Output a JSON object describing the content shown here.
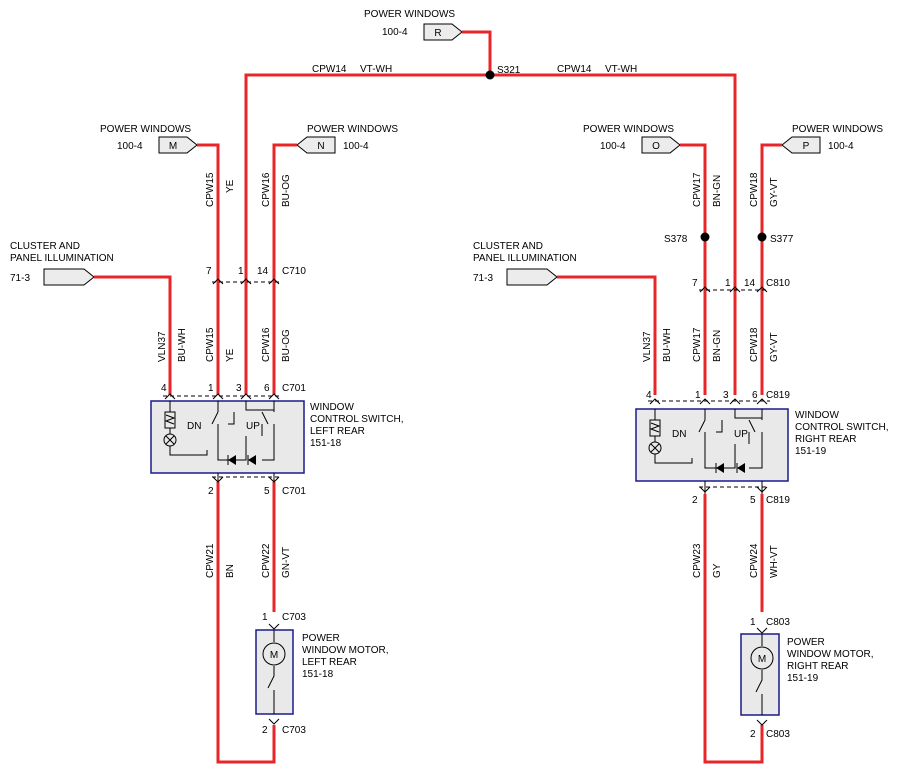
{
  "top_ref": {
    "title": "POWER WINDOWS",
    "page": "100-4",
    "letter": "R"
  },
  "splice_top": "S321",
  "left_trunk": {
    "circuit": "CPW14",
    "color": "VT-WH"
  },
  "right_trunk": {
    "circuit": "CPW14",
    "color": "VT-WH"
  },
  "left": {
    "ref_m": {
      "title": "POWER WINDOWS",
      "page": "100-4",
      "letter": "M"
    },
    "ref_n": {
      "title": "POWER WINDOWS",
      "page": "100-4",
      "letter": "N"
    },
    "cluster": {
      "line1": "CLUSTER AND",
      "line2": "PANEL ILLUMINATION",
      "page": "71-3"
    },
    "wire_upper_a": {
      "circuit": "CPW15",
      "color": "YE"
    },
    "wire_upper_b": {
      "circuit": "CPW16",
      "color": "BU-OG"
    },
    "conn_mid": "C710",
    "mid_pins": [
      "7",
      "1",
      "14"
    ],
    "wire_lower_vln": {
      "circuit": "VLN37",
      "color": "BU-WH"
    },
    "wire_lower_a": {
      "circuit": "CPW15",
      "color": "YE"
    },
    "wire_lower_b": {
      "circuit": "CPW16",
      "color": "BU-OG"
    },
    "switch_conn": "C701",
    "switch_pins_top": [
      "4",
      "1",
      "3",
      "6"
    ],
    "switch_pins_bottom": [
      "2",
      "5"
    ],
    "switch": {
      "line1": "WINDOW",
      "line2": "CONTROL SWITCH,",
      "line3": "LEFT REAR",
      "page": "151-18",
      "dn": "DN",
      "up": "UP"
    },
    "wire_down_a": {
      "circuit": "CPW21",
      "color": "BN"
    },
    "wire_down_b": {
      "circuit": "CPW22",
      "color": "GN-VT"
    },
    "motor_conn": "C703",
    "motor_pin_top": "1",
    "motor_pin_bottom": "2",
    "motor": {
      "line1": "POWER",
      "line2": "WINDOW MOTOR,",
      "line3": "LEFT REAR",
      "page": "151-18",
      "symbol": "M"
    }
  },
  "right": {
    "ref_o": {
      "title": "POWER WINDOWS",
      "page": "100-4",
      "letter": "O"
    },
    "ref_p": {
      "title": "POWER WINDOWS",
      "page": "100-4",
      "letter": "P"
    },
    "cluster": {
      "line1": "CLUSTER AND",
      "line2": "PANEL ILLUMINATION",
      "page": "71-3"
    },
    "wire_upper_a": {
      "circuit": "CPW17",
      "color": "BN-GN"
    },
    "wire_upper_b": {
      "circuit": "CPW18",
      "color": "GY-VT"
    },
    "splice_a": "S378",
    "splice_b": "S377",
    "conn_mid": "C810",
    "mid_pins": [
      "7",
      "1",
      "14"
    ],
    "wire_lower_vln": {
      "circuit": "VLN37",
      "color": "BU-WH"
    },
    "wire_lower_a": {
      "circuit": "CPW17",
      "color": "BN-GN"
    },
    "wire_lower_b": {
      "circuit": "CPW18",
      "color": "GY-VT"
    },
    "switch_conn": "C819",
    "switch_pins_top": [
      "4",
      "1",
      "3",
      "6"
    ],
    "switch_pins_bottom": [
      "2",
      "5"
    ],
    "switch": {
      "line1": "WINDOW",
      "line2": "CONTROL SWITCH,",
      "line3": "RIGHT REAR",
      "page": "151-19",
      "dn": "DN",
      "up": "UP"
    },
    "wire_down_a": {
      "circuit": "CPW23",
      "color": "GY"
    },
    "wire_down_b": {
      "circuit": "CPW24",
      "color": "WH-VT"
    },
    "motor_conn": "C803",
    "motor_pin_top": "1",
    "motor_pin_bottom": "2",
    "motor": {
      "line1": "POWER",
      "line2": "WINDOW MOTOR,",
      "line3": "RIGHT REAR",
      "page": "151-19",
      "symbol": "M"
    }
  },
  "colors": {
    "wire": "#e8262a",
    "component_border": "#1a1a8c",
    "component_fill": "#e9e9e9"
  }
}
